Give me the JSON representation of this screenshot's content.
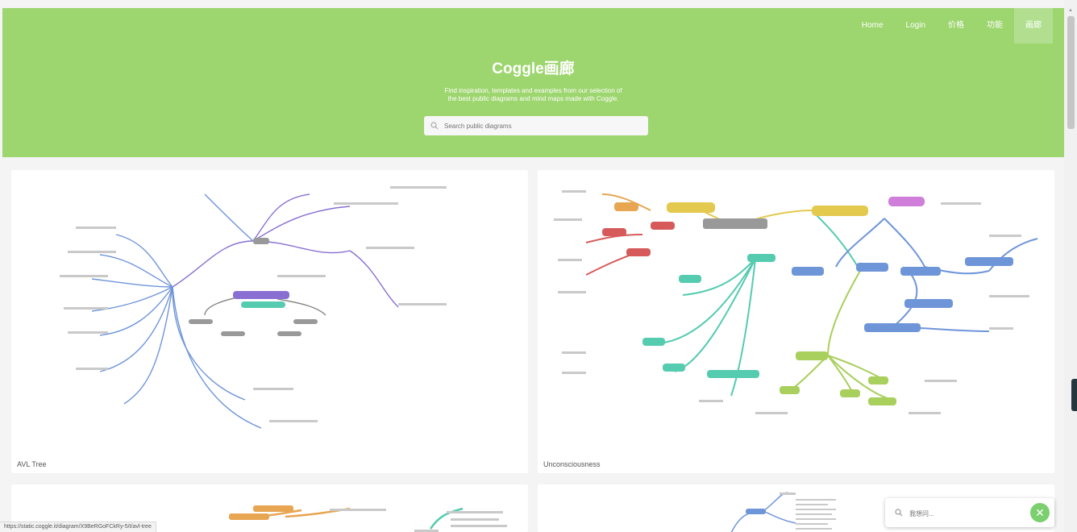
{
  "nav": {
    "items": [
      "Home",
      "Login",
      "价格",
      "功能",
      "画廊"
    ],
    "active_index": 4
  },
  "hero": {
    "title": "Coggle画廊",
    "subtitle_line1": "Find inspiration, templates and examples from our selection of",
    "subtitle_line2": "the best public diagrams and mind maps made with Coggle.",
    "search_placeholder": "Search public diagrams"
  },
  "gallery": {
    "items": [
      {
        "label": "AVL Tree"
      },
      {
        "label": "Unconsciousness"
      },
      {
        "label": ""
      },
      {
        "label": ""
      }
    ]
  },
  "status_url": "https://static.coggle.it/diagram/X9BeRGoFCkRy-5/t/avl-tree",
  "chat": {
    "placeholder": "我想问..."
  },
  "colors": {
    "hero_bg": "#9dd56e",
    "accent_green": "#7bcf6f",
    "mindmap_blue": "#6f95d9",
    "mindmap_purple": "#8a6fd2",
    "mindmap_teal": "#55cbb0",
    "mindmap_orange": "#e8a552",
    "mindmap_red": "#d75a5a",
    "mindmap_yellow": "#e3c94e",
    "mindmap_lime": "#a9cf5c"
  },
  "icons": [
    "search-icon",
    "close-icon"
  ]
}
